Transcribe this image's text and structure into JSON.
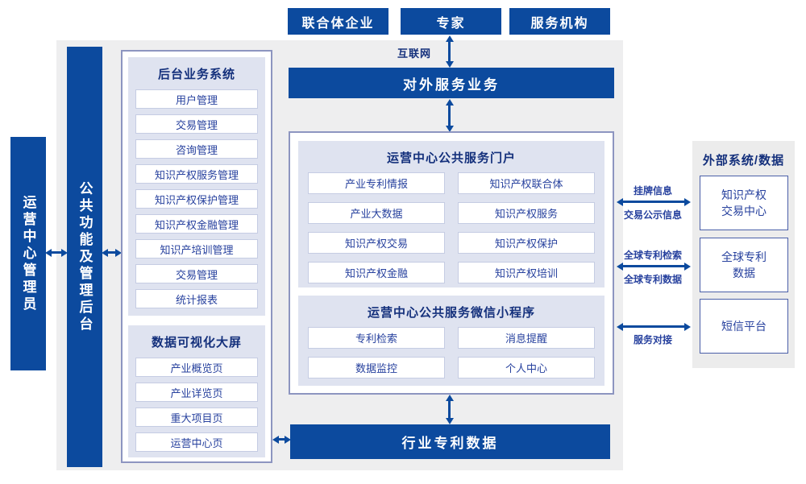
{
  "colors": {
    "primary_blue": "#0c4a9e",
    "container_border": "#8d95c0",
    "panel_bg": "#dfe3f0",
    "item_text": "#27419e",
    "gray_bg": "#eeeeef"
  },
  "top_actors": {
    "consortium": "联合体企业",
    "expert": "专家",
    "service_org": "服务机构"
  },
  "internet_label": "互联网",
  "external_service_bar": "对外服务业务",
  "left": {
    "admin_bar": "运营中心管理员",
    "backend_bar": "公共功能及管理后台",
    "backend_system": {
      "title": "后台业务系统",
      "items": [
        "用户管理",
        "交易管理",
        "咨询管理",
        "知识产权服务管理",
        "知识产权保护管理",
        "知识产权金融管理",
        "知识产培训管理",
        "交易管理",
        "统计报表"
      ]
    },
    "data_screen": {
      "title": "数据可视化大屏",
      "items": [
        "产业概览页",
        "产业详览页",
        "重大项目页",
        "运营中心页"
      ]
    }
  },
  "center": {
    "portal": {
      "title": "运营中心公共服务门户",
      "items": [
        "产业专利情报",
        "知识产权联合体",
        "产业大数据",
        "知识产权服务",
        "知识产权交易",
        "知识产权保护",
        "知识产权金融",
        "知识产权培训"
      ]
    },
    "miniprogram": {
      "title": "运营中心公共服务微信小程序",
      "items": [
        "专利检索",
        "消息提醒",
        "数据监控",
        "个人中心"
      ]
    }
  },
  "bottom_bar": "行业专利数据",
  "right": {
    "title": "外部系统/数据",
    "systems": [
      "知识产权\n交易中心",
      "全球专利\n数据",
      "短信平台"
    ],
    "links": {
      "listing_top": "挂牌信息",
      "listing_bottom": "交易公示信息",
      "patent_top": "全球专利检索",
      "patent_bottom": "全球专利数据",
      "service_bottom": "服务对接"
    }
  }
}
